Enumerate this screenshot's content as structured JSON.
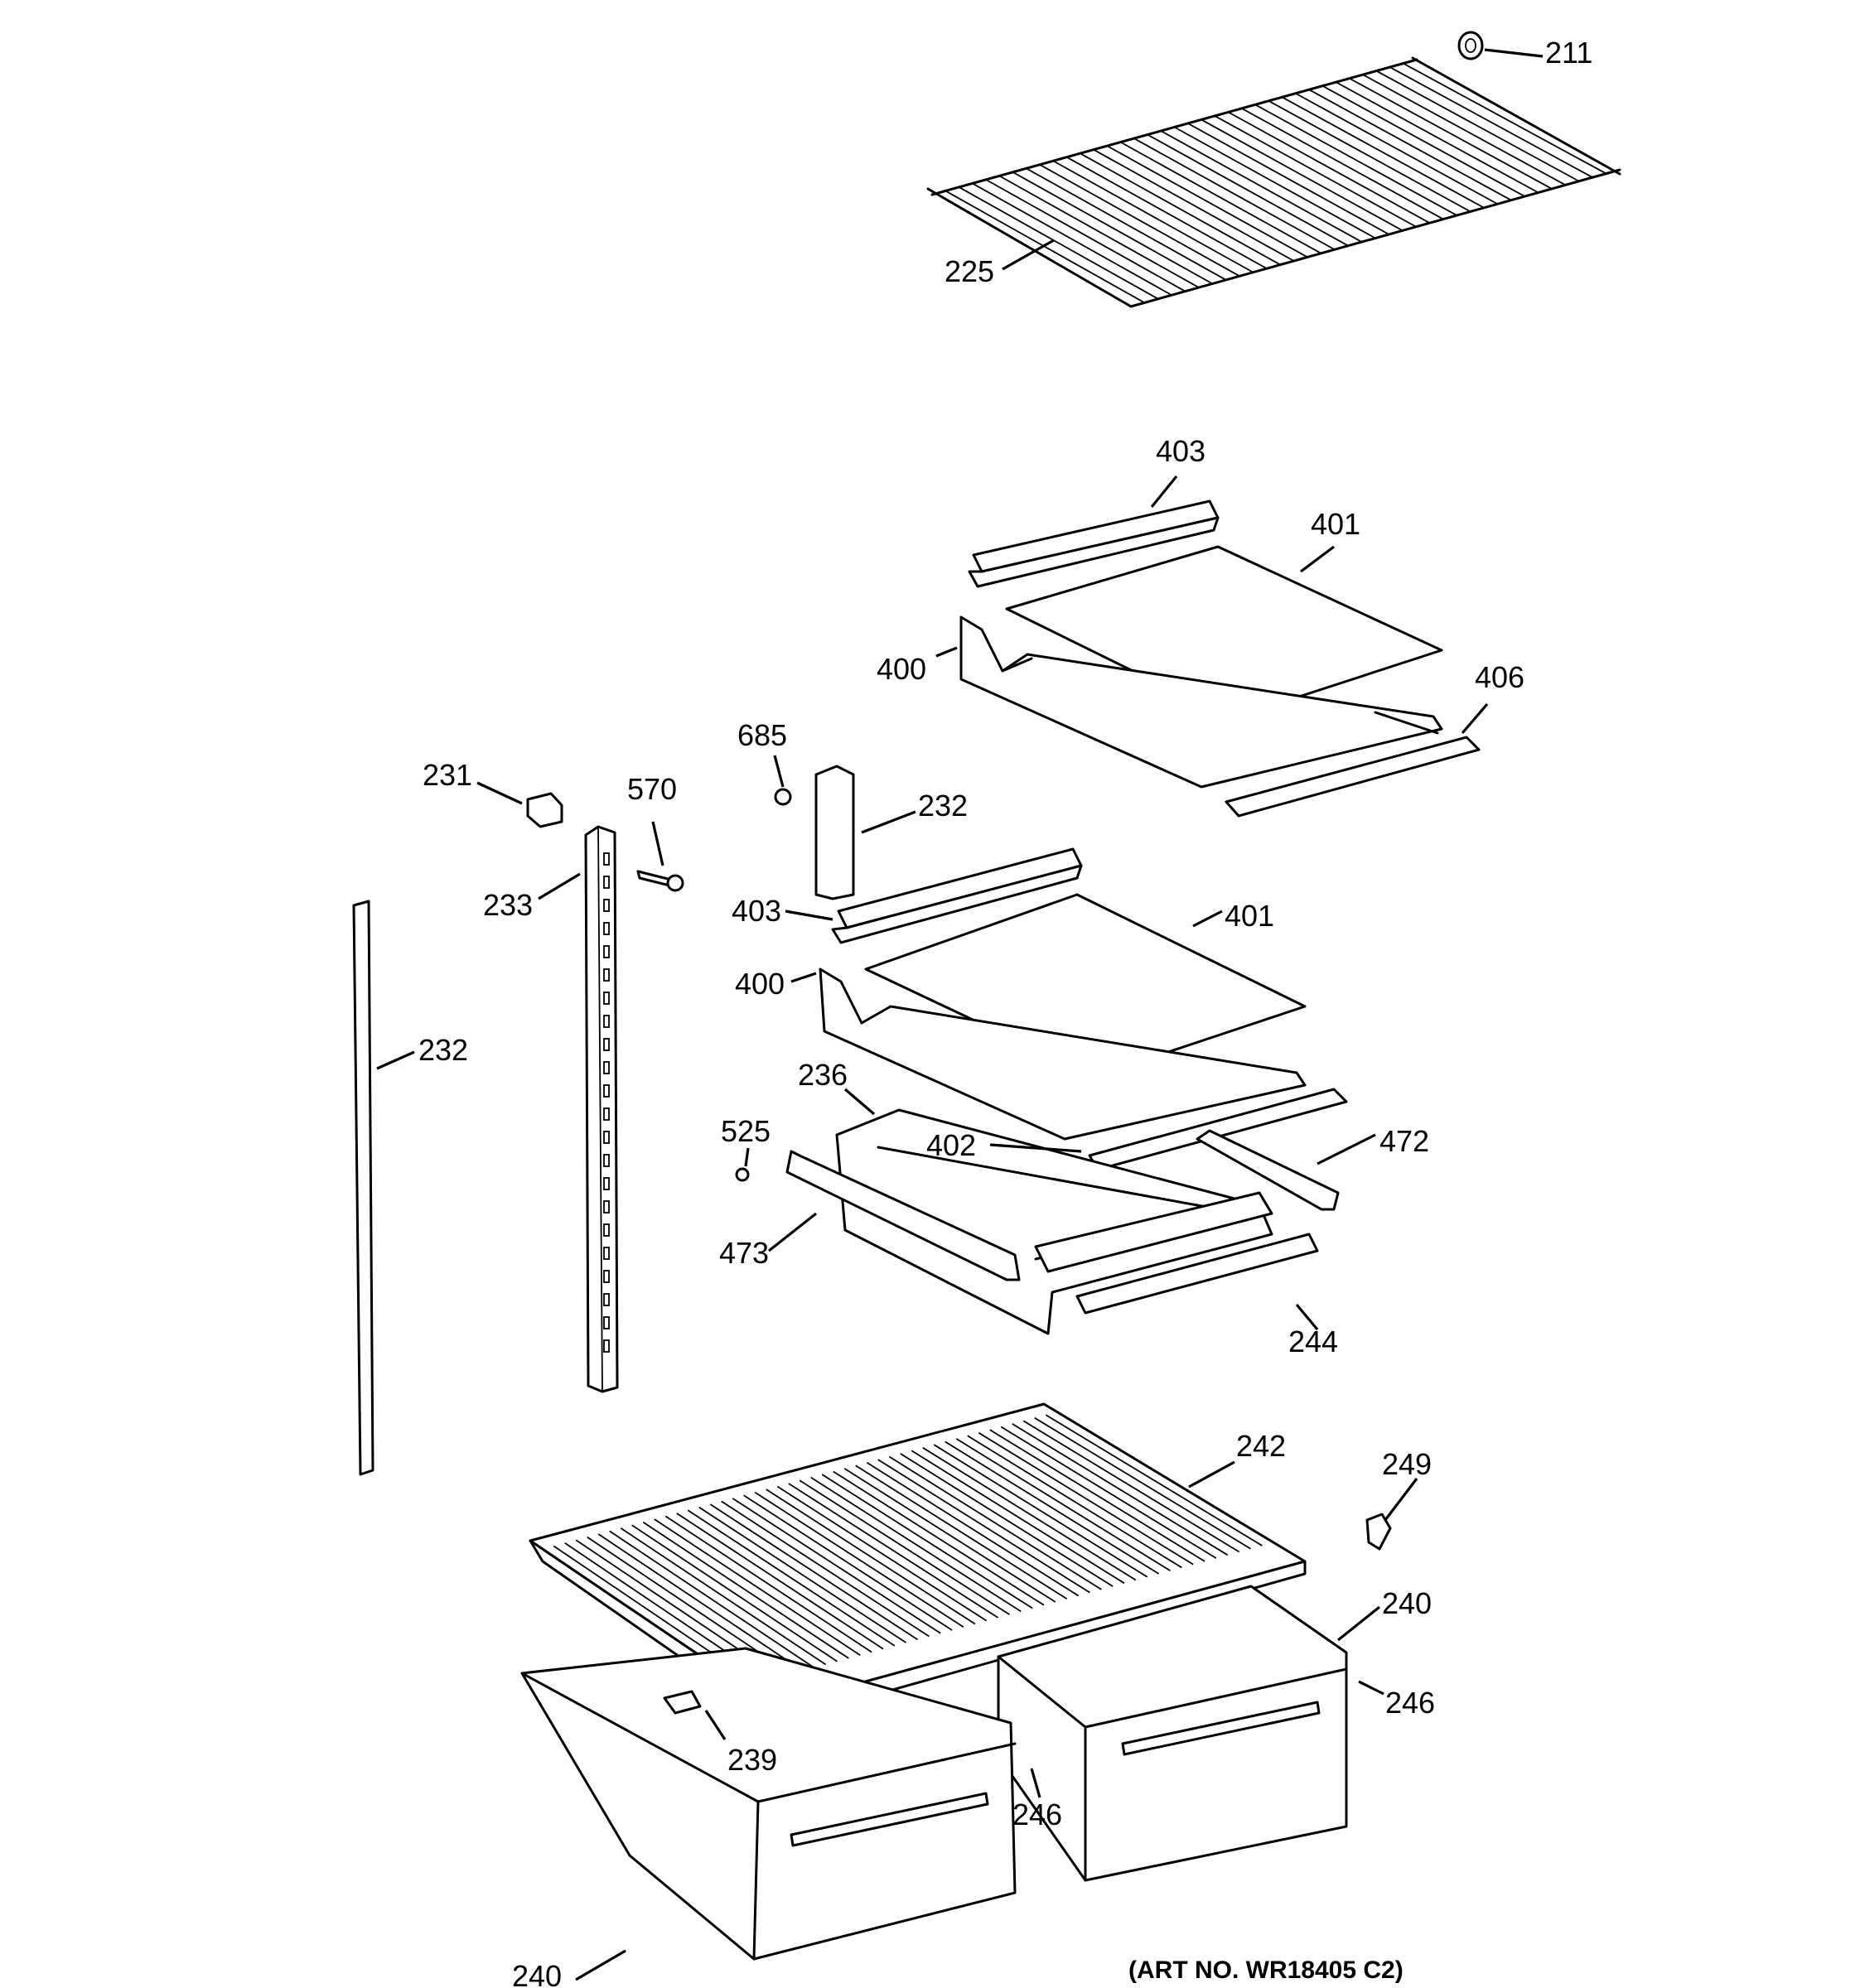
{
  "caption": "(ART NO. WR18405 C2)",
  "callouts": [
    {
      "id": "211",
      "text": "211"
    },
    {
      "id": "225",
      "text": "225"
    },
    {
      "id": "403a",
      "text": "403"
    },
    {
      "id": "401a",
      "text": "401"
    },
    {
      "id": "400a",
      "text": "400"
    },
    {
      "id": "406",
      "text": "406"
    },
    {
      "id": "685",
      "text": "685"
    },
    {
      "id": "232a",
      "text": "232"
    },
    {
      "id": "231",
      "text": "231"
    },
    {
      "id": "570",
      "text": "570"
    },
    {
      "id": "233",
      "text": "233"
    },
    {
      "id": "403b",
      "text": "403"
    },
    {
      "id": "401b",
      "text": "401"
    },
    {
      "id": "400b",
      "text": "400"
    },
    {
      "id": "232b",
      "text": "232"
    },
    {
      "id": "236",
      "text": "236"
    },
    {
      "id": "525",
      "text": "525"
    },
    {
      "id": "402",
      "text": "402"
    },
    {
      "id": "472",
      "text": "472"
    },
    {
      "id": "473",
      "text": "473"
    },
    {
      "id": "244",
      "text": "244"
    },
    {
      "id": "242",
      "text": "242"
    },
    {
      "id": "249",
      "text": "249"
    },
    {
      "id": "240a",
      "text": "240"
    },
    {
      "id": "246a",
      "text": "246"
    },
    {
      "id": "239",
      "text": "239"
    },
    {
      "id": "246b",
      "text": "246"
    },
    {
      "id": "240b",
      "text": "240"
    }
  ]
}
